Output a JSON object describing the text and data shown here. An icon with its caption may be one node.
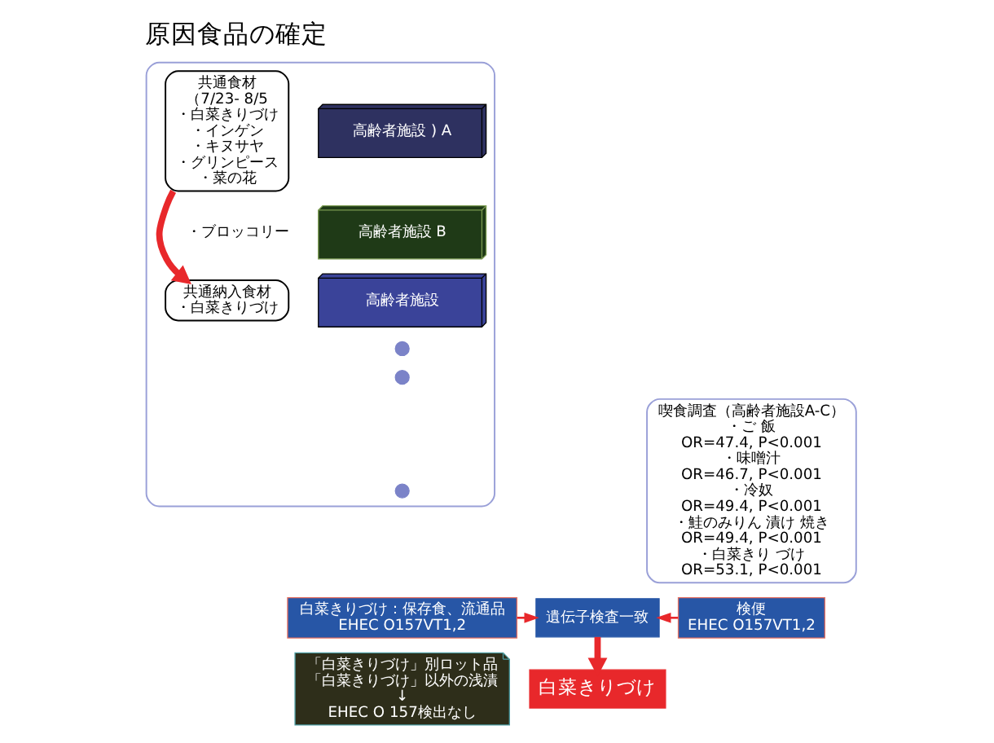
{
  "diagram": {
    "title": "原因食品の確定",
    "nodes": [
      {
        "text": [],
        "shape": "box"
      },
      {
        "text": [
          "高齢者施設 ) A"
        ],
        "in": 0
      },
      {
        "text": [
          "高齢者施設 B"
        ],
        "in": 0
      },
      {
        "text": [
          "高齢者施設"
        ],
        "in": 0
      },
      {
        "text": [],
        "shape": "circle",
        "in": 0
      },
      {
        "text": [],
        "shape": "circle",
        "in": 0
      },
      {
        "text": [],
        "shape": "circle",
        "in": 0
      },
      {
        "text": [
          "共通食材",
          "（7/23- 8/5",
          "・白菜きりづけ",
          "・インゲン",
          "・キヌサヤ",
          "・グリンピース",
          "・菜の花"
        ],
        "in": 0
      },
      {
        "text": [
          "共通納入食材",
          "・白菜きりづけ"
        ],
        "in": 0
      },
      {
        "text": [
          "喫食調査（高齢者施設A-C）",
          "・ご 飯",
          "OR=47.4, P<0.001",
          "・味噌汁",
          "OR=46.7, P<0.001",
          "・冷奴",
          "OR=49.4, P<0.001",
          "・鮭のみりん 漬け 焼き",
          "OR=49.4, P<0.001",
          "・白菜きり づけ",
          "OR=53.1, P<0.001"
        ]
      },
      {
        "text": [
          "白菜きりづけ：保存食、流通品",
          "EHEC O157VT1,2"
        ]
      },
      {
        "text": [
          "検便",
          "EHEC O157VT1,2"
        ]
      },
      {
        "text": [
          "遺伝子検査一致"
        ]
      },
      {
        "text": [
          "白菜きりづけ"
        ]
      },
      {
        "text": [
          "「白菜きりづけ」別ロット品",
          "「白菜きりづけ」以外の浅漬",
          "↓",
          "EHEC O 157検出なし"
        ]
      }
    ],
    "edges": [
      {
        "from": 7,
        "to": 8,
        "arrow": "to",
        "style": "thick",
        "color": "#e8282b"
      },
      {
        "from": 10,
        "to": 12,
        "arrow": "to"
      },
      {
        "from": 11,
        "to": 12,
        "arrow": "to"
      },
      {
        "from": 12,
        "to": 13,
        "arrow": "to",
        "style": "thick"
      }
    ],
    "labels": [
      "・ブロッコリー"
    ]
  }
}
